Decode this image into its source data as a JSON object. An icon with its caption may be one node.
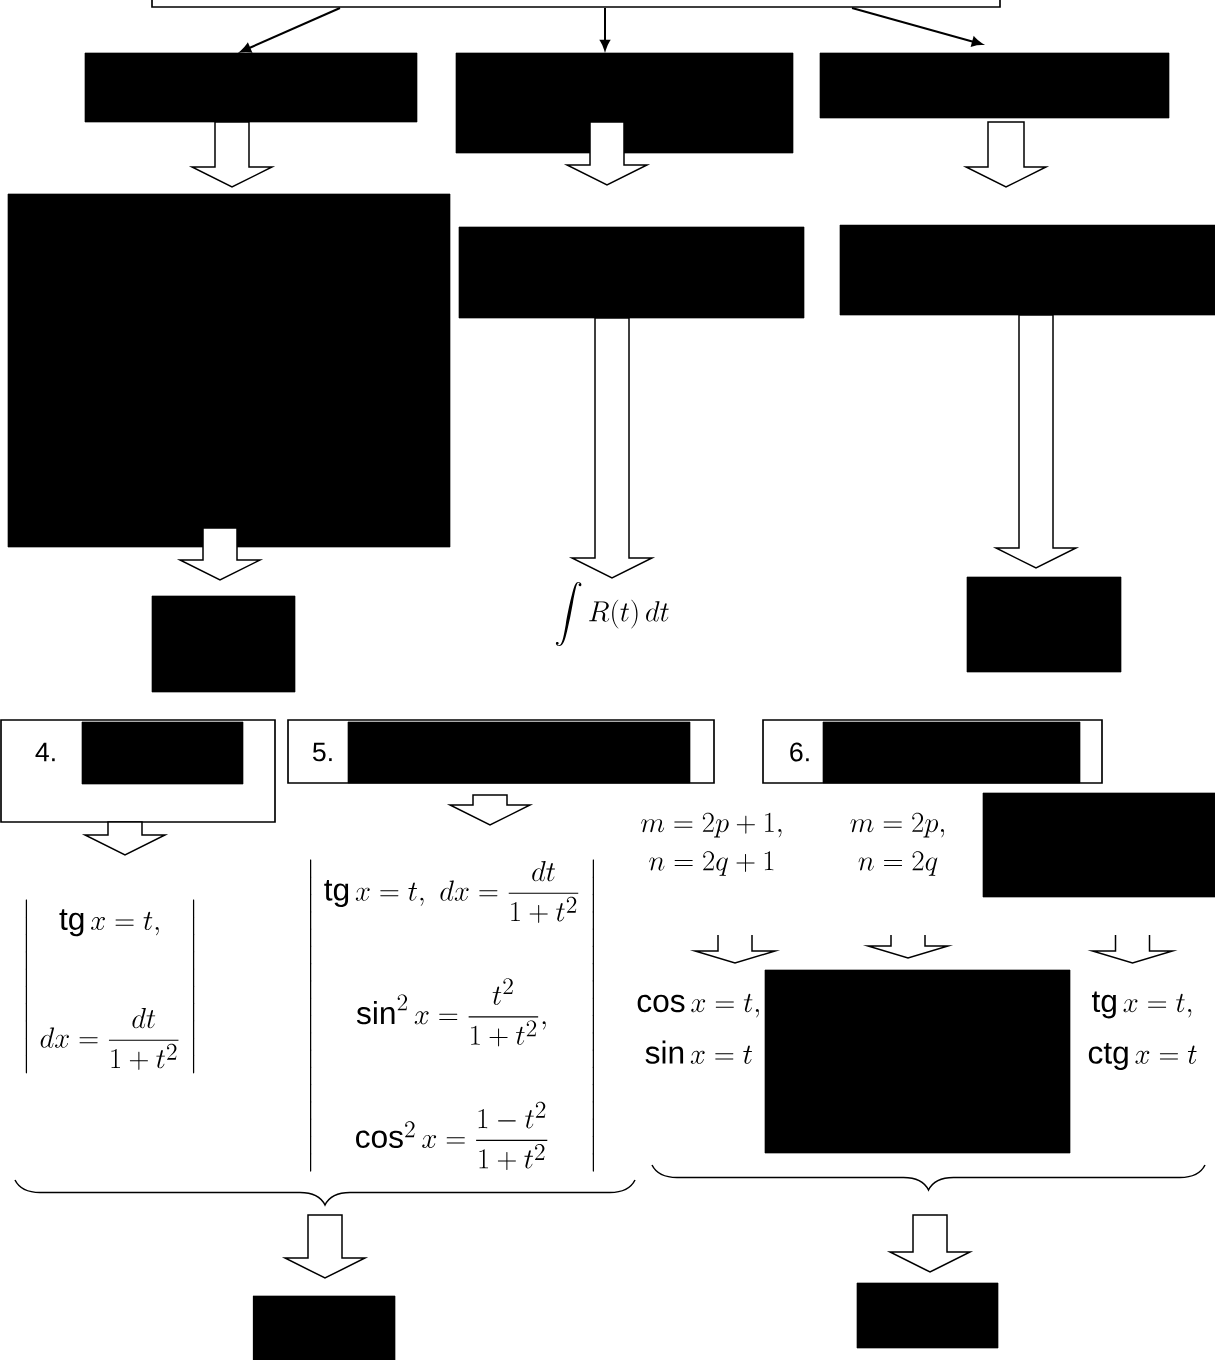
{
  "diagram": {
    "nodes": [
      {
        "text": [],
        "shape": "box"
      },
      {
        "text": [],
        "shape": "box"
      },
      {
        "text": [],
        "shape": "box"
      },
      {
        "text": [],
        "shape": "box"
      },
      {
        "text": [],
        "shape": "box"
      },
      {
        "text": [],
        "shape": "box"
      },
      {
        "text": [],
        "shape": "box"
      },
      {
        "text": [],
        "shape": "box"
      },
      {
        "text": [
          "\\int R(t)\\,dt"
        ]
      },
      {
        "text": [],
        "shape": "box"
      },
      {
        "text": [
          "4."
        ]
      },
      {
        "text": [],
        "shape": "box",
        "in": 10
      },
      {
        "text": [
          "5."
        ]
      },
      {
        "text": [],
        "shape": "box",
        "in": 12
      },
      {
        "text": [
          "6."
        ]
      },
      {
        "text": [],
        "shape": "box",
        "in": 14
      },
      {
        "text": [
          "\\left|\\begin{array}{c}\\mathrm{tg}\\,x=t,\\\\[40pt] dx=\\dfrac{dt}{1+t^2}\\end{array}\\right|"
        ]
      },
      {
        "text": [
          "\\left|\\begin{array}{c}\\mathrm{tg}\\,x=t,\\ dx=\\dfrac{dt}{1+t^2}\\\\[40pt] \\sin^2 x=\\dfrac{t^2}{1+t^2},\\\\[40pt] \\cos^2 x=\\dfrac{1-t^2}{1+t^2}\\end{array}\\right|"
        ]
      },
      {
        "text": [
          "\\begin{array}{c}m=2p+1,\\\\ n=2q+1\\end{array}"
        ]
      },
      {
        "text": [
          "\\begin{array}{c}m=2p,\\\\ n=2q\\end{array}"
        ]
      },
      {
        "text": [],
        "shape": "box"
      },
      {
        "text": [
          "\\begin{array}{c}\\cos x=t,\\\\[8pt] \\sin x=t\\end{array}"
        ]
      },
      {
        "text": [],
        "shape": "box"
      },
      {
        "text": [
          "\\begin{array}{c}\\mathrm{tg}\\,x=t,\\\\[8pt] \\mathrm{ctg}\\,x=t\\end{array}"
        ]
      },
      {
        "text": [],
        "shape": "box"
      },
      {
        "text": [],
        "shape": "box"
      }
    ],
    "edges": [
      {
        "from": 0,
        "to": 1,
        "arrow": "to"
      },
      {
        "from": 0,
        "to": 2,
        "arrow": "to"
      },
      {
        "from": 0,
        "to": 3,
        "arrow": "to"
      },
      {
        "from": 1,
        "to": 4,
        "arrow": "to"
      },
      {
        "from": 2,
        "to": 5,
        "arrow": "to"
      },
      {
        "from": 3,
        "to": 6,
        "arrow": "to"
      },
      {
        "from": 4,
        "to": 7,
        "arrow": "to"
      },
      {
        "from": 5,
        "to": 8,
        "arrow": "to"
      },
      {
        "from": 6,
        "to": 9,
        "arrow": "to"
      },
      {
        "from": 10,
        "to": 16,
        "arrow": "to"
      },
      {
        "from": 12,
        "to": 17,
        "arrow": "to"
      },
      {
        "from": 18,
        "to": 21,
        "arrow": "to"
      },
      {
        "from": 19,
        "to": 22,
        "arrow": "to"
      },
      {
        "from": 20,
        "to": 23,
        "arrow": "to"
      },
      {
        "from": null,
        "to": 24,
        "arrow": "to"
      },
      {
        "from": null,
        "to": 25,
        "arrow": "to"
      }
    ]
  }
}
